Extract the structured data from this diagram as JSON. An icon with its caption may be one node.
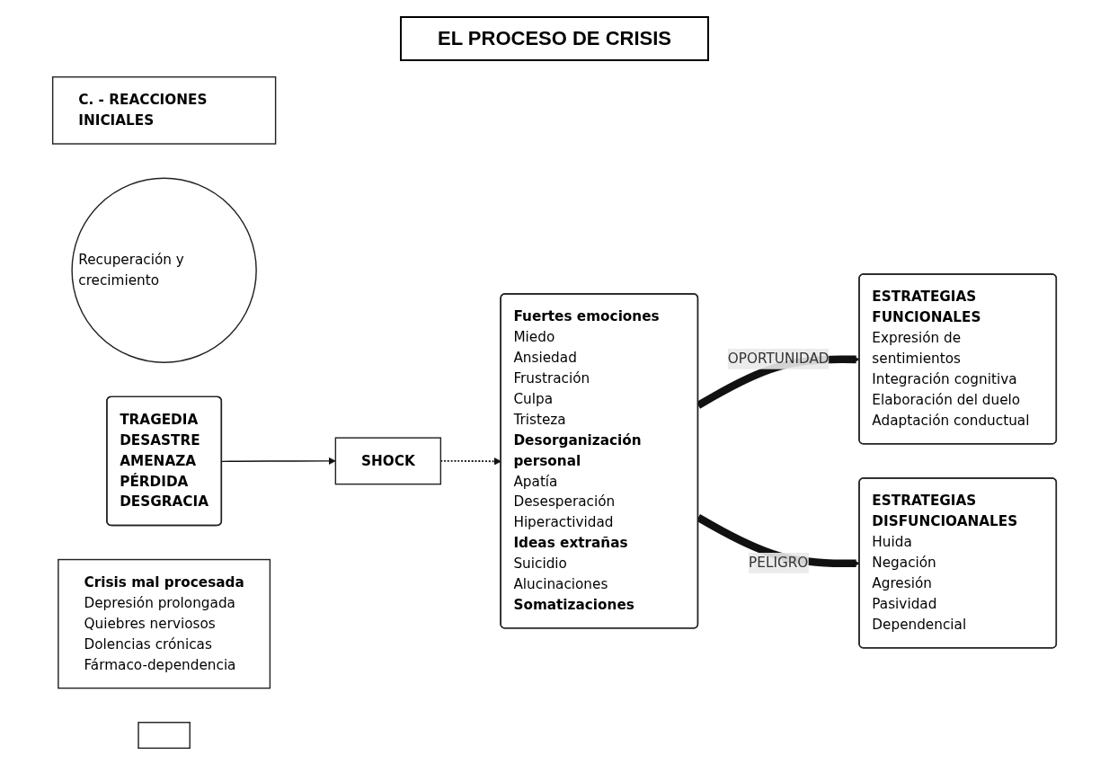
{
  "diagram": {
    "title": "EL PROCESO DE CRISIS",
    "nodes": [
      {
        "text": [
          "C. - REACCIONES INICIALES"
        ]
      },
      {
        "text": [
          "Recuperación y crecimiento"
        ]
      },
      {
        "text": [
          "TRAGEDIA",
          "DESASTRE",
          "AMENAZA",
          "PÉRDIDA",
          "DESGRACIA"
        ]
      },
      {
        "text": [
          "SHOCK"
        ]
      },
      {
        "text": [
          "Fuertes emociones",
          "Miedo",
          "Ansiedad",
          "Frustración",
          "Culpa",
          "Tristeza",
          "Desorganización personal",
          "Apatía",
          "Desesperación",
          "Hiperactividad",
          "Ideas extrañas",
          "Suicidio",
          "Alucinaciones",
          "Somatizaciones"
        ]
      },
      {
        "text": [
          "ESTRATEGIAS FUNCIONALES",
          "Expresión de sentimientos",
          "Integración cognitiva",
          "Elaboración del duelo",
          "Adaptación conductual"
        ]
      },
      {
        "text": [
          "ESTRATEGIAS DISFUNCIOANALES",
          "Huida",
          "Negación",
          "Agresión",
          "Pasividad",
          "Dependencial"
        ]
      },
      {
        "text": [
          "Crisis mal procesada",
          "Depresión prolongada",
          "Quiebres nerviosos",
          "Dolencias crónicas",
          "Fármaco-dependencia"
        ]
      },
      {
        "text": [],
        "shape": "bar"
      }
    ],
    "edges": [
      {
        "from": 2,
        "to": 3,
        "arrow": "to"
      },
      {
        "from": 3,
        "to": 4,
        "arrow": "to",
        "style": "dashed"
      },
      {
        "from": 4,
        "to": 5,
        "arrow": "to",
        "label": "OPORTUNIDAD",
        "style": "thick"
      },
      {
        "from": 4,
        "to": 6,
        "arrow": "to",
        "label": "PELIGRO",
        "style": "thick"
      }
    ]
  }
}
